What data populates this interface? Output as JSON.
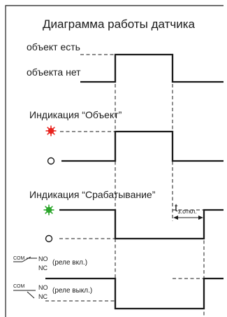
{
  "title": "Диаграмма работы датчика",
  "labels": {
    "object_present": "объект есть",
    "object_absent": "объекта нет",
    "indication_object": "Индикация “Объект”",
    "indication_trigger": "Индикация “Срабатывание”",
    "delay_t": "t",
    "delay_sub": "з.откл.",
    "com": "COM",
    "no": "NO",
    "nc": "NC",
    "relay_on": "(реле вкл.)",
    "relay_off": "(реле выкл.)"
  },
  "colors": {
    "led_red": "#e8231e",
    "led_green": "#2aa52a",
    "line": "#1a1a1a"
  },
  "icons": {
    "led_on_red": "red-led-icon",
    "led_on_green": "green-led-icon",
    "led_off": "off-led-icon"
  }
}
